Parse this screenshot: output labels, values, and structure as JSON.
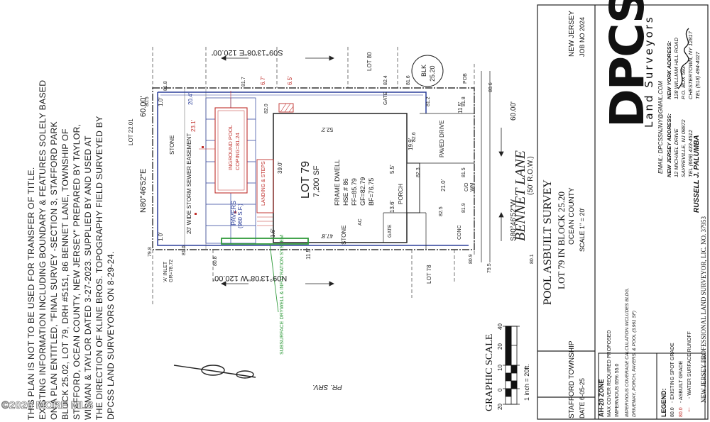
{
  "notes": {
    "lines": [
      "THIS PLAN IS NOT TO BE USED FOR TRANSFER OF TITLE.",
      "EXISTING INFORMATION INCLUDING BOUNDARY & FEATURES SOLELY BASED",
      "ON A PLAN ENTITLED, \"FINAL SURVEY -SECTION 3, STAFFORD PARK",
      "BLOCK 25.02, LOT 79, DRH #5151, 86 BENNET LANE, TOWNSHIP OF",
      "STAFFORD, OCEAN COUNTY, NEW JERSEY\" PREPARED BY TAYLOR,",
      "WISMAN & TAYLOR DATED 3-27-2023.  SUPPLIED BY AND USED AT",
      "THE DIRECTION OF KLINE BROS. TOPOGRAPHY FIELD SURVEYED BY",
      "DPCSS LAND SURVEYORS ON 8-29-24."
    ]
  },
  "plan": {
    "bearings": {
      "north": "S09°13'08\"E    120.00'",
      "south": "N09°13'08\"W    120.00'",
      "west": "N80°46'52\"E",
      "west_dist": "60.00'",
      "east": "S80°46'52\"W",
      "east_dist": "60.00'"
    },
    "adjacent": {
      "lot80": "LOT 80",
      "lot78": "LOT 78",
      "lot2201": "LOT 22.01"
    },
    "block_badge": {
      "label": "BLK",
      "value": "25.20"
    },
    "lot": {
      "title": "LOT 79",
      "area": "7,200 SF",
      "dwelling": [
        "FRAME DWELL",
        "HSE # 86",
        "FF=85.79",
        "GF=82.79",
        "BF=76.75"
      ]
    },
    "street": {
      "name": "BENNET  LANE",
      "row": "(50' R.O.W.)"
    },
    "labels": {
      "pool": "INGROUND POOL",
      "coping": "COPING=81.24",
      "pavers": "PAVERS",
      "pavers_sf": "(960 S.F.)",
      "landing": "LANDING & STEPS",
      "easement": "20' WIDE STORM SEWER EASEMENT",
      "stone_left": "STONE",
      "stone_bottom": "STONE",
      "porch": "PORCH",
      "paved_drive": "PAVED DRIVE",
      "conc": "CONC",
      "inlet": "'A' INLET",
      "inlet_gr": "GR=78.72",
      "pob": "POB",
      "gate_top": "GATE",
      "gate_bottom": "GATE",
      "ac": "AC",
      "co": "C/O",
      "wm": "WM",
      "drywell": "SUBSURFACE DRYWELL & INFILTRATION SYSTEM",
      "pr_srv": "PR. SRV."
    },
    "dims": {
      "d204": "20.4'",
      "d231": "23.1'",
      "d67": "6.7'",
      "d65": "6.5'",
      "d522": "52.2'",
      "d390": "39.0'",
      "d478": "47.8'",
      "d199": "19.9'",
      "d55": "5.5'",
      "d136": "13.6'",
      "d115": "11.5'",
      "d210": "21.0'",
      "d115b": "11.5'",
      "d10": "1.0'",
      "d16": "1.6'",
      "d10b": "1.0'"
    },
    "spots": [
      "81.8",
      "81.7",
      "82.0",
      "82.4",
      "81.6",
      "81.2",
      "80.6",
      "81.8",
      "79.5",
      "80.1",
      "80.9",
      "82.3",
      "82.5",
      "81.5",
      "81.9",
      "82.6",
      "80.8",
      "81.0",
      "79.8",
      "80.5"
    ]
  },
  "graphic_scale": {
    "title": "GRAPHIC  SCALE",
    "ticks": [
      "20",
      "0",
      "10",
      "20",
      "40"
    ],
    "unit": "1 inch = 20ft."
  },
  "title_block": {
    "title": "POOL ASBUILT SURVEY",
    "lot_block": "LOT 79 IN BLOCK 25.20",
    "county": "OCEAN COUNTY",
    "township": "STAFFORD TOWNSHIP",
    "state": "NEW JERSEY",
    "scale": "SCALE   1\" = 20'",
    "date": "DATE   6-05-25",
    "job_no": "JOB NO  2024",
    "zone": {
      "title": "AH-20 ZONE",
      "header": "MAX COVER   REQUIRED        PROPOSED",
      "row": "IMPERVIOUS        65%              55.0",
      "note1": "IMPERVIOUS COVERAGE CALCULATION INCLUDES BLDG,",
      "note2": "DRIVEWAY, PORCH, PAVERS, & POOL (3,961 SF)"
    },
    "legend": {
      "title": "LEGEND:",
      "existing": "- EXISTING SPOT GRADE",
      "asbuilt": "- ASBUILT GRADE",
      "runoff": "- WATER SURFACE RUNOFF",
      "existing_sym": "80.0",
      "asbuilt_sym": "80.0"
    },
    "company": {
      "logo": "DPCSS",
      "subtitle": "Land Surveyors",
      "email": "EMAIL: DPCSSNJNY@GMAIL.COM",
      "nj_label": "NEW JERSEY ADDRESS:",
      "nj_line1": "12 MICHAEL DRIVE",
      "nj_line2": "SAYREVILLE, NJ 08872",
      "nj_tel": "TEL (609) 433-4512",
      "ny_label": "NEW YORK ADDRESS:",
      "ny_line1": "128 WILLIAM HILL ROAD",
      "ny_line2": "P.O. BOX 593",
      "ny_line3": "CHESTERTOWN, NY 12817",
      "ny_tel": "TEL (518) 494-4027",
      "surveyor": "RUSSELL J. PALUMBA",
      "license": "NEW JERSEY PROFESSIONAL LAND SURVEYOR, LIC. NO. 37953"
    }
  },
  "watermark": "©2026 MORE MLS"
}
